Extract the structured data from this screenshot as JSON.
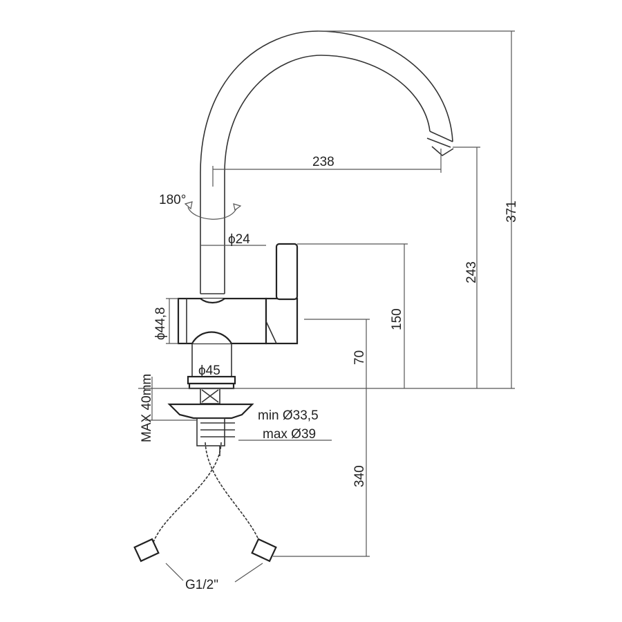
{
  "drawing": {
    "title": "Kitchen mixer tap dimension drawing",
    "dimensions": {
      "spout_reach": "238",
      "total_height": "371",
      "spout_outlet_height": "243",
      "lever_height": "150",
      "body_height": "70",
      "hose_length": "340",
      "spout_diameter": "ϕ24",
      "body_diameter": "ϕ44,8",
      "base_diameter": "ϕ45",
      "rotation": "180°",
      "max_deck_thickness": "MAX 40mm",
      "min_hole": "min Ø33,5",
      "max_hole": "max Ø39",
      "connection": "G1/2\""
    },
    "line_color": "#333333"
  }
}
